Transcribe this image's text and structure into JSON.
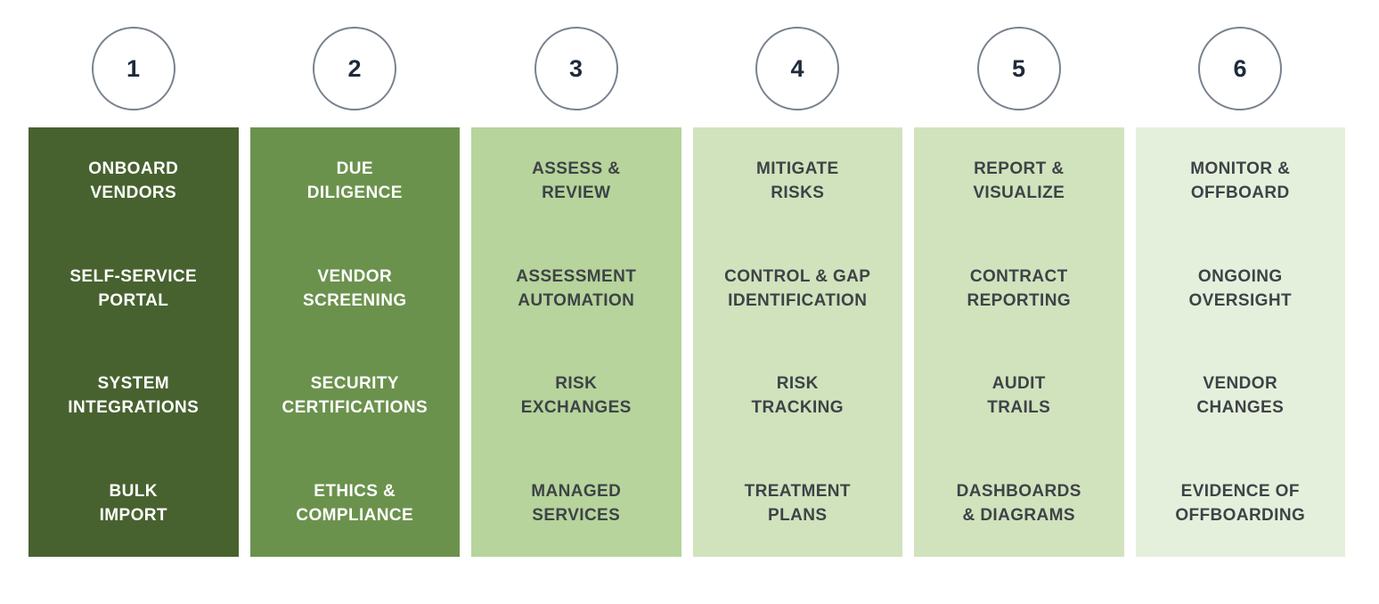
{
  "page": {
    "background_color": "#FFFFFF",
    "circle_border_color": "#78828F",
    "circle_fill_color": "#FFFFFF",
    "circle_number_color": "#1E2A3A"
  },
  "steps": [
    {
      "number": "1",
      "title": "ONBOARD VENDORS",
      "color": "#47622F",
      "text_color": "#FFFFFF",
      "items": [
        "ONBOARD\nVENDORS",
        "SELF-SERVICE\nPORTAL",
        "SYSTEM\nINTEGRATIONS",
        "BULK\nIMPORT"
      ]
    },
    {
      "number": "2",
      "title": "DUE DILIGENCE",
      "color": "#6B924D",
      "text_color": "#FFFFFF",
      "items": [
        "DUE\nDILIGENCE",
        "VENDOR\nSCREENING",
        "SECURITY\nCERTIFICATIONS",
        "ETHICS &\nCOMPLIANCE"
      ]
    },
    {
      "number": "3",
      "title": "ASSESS & REVIEW",
      "color": "#B6D49B",
      "text_color": "#3E4347",
      "items": [
        "ASSESS &\nREVIEW",
        "ASSESSMENT\nAUTOMATION",
        "RISK\nEXCHANGES",
        "MANAGED\nSERVICES"
      ]
    },
    {
      "number": "4",
      "title": "MITIGATE RISKS",
      "color": "#D0E3BD",
      "text_color": "#3E4347",
      "items": [
        "MITIGATE\nRISKS",
        "CONTROL & GAP\nIDENTIFICATION",
        "RISK\nTRACKING",
        "TREATMENT\nPLANS"
      ]
    },
    {
      "number": "5",
      "title": "REPORT & VISUALIZE",
      "color": "#D0E3BD",
      "text_color": "#3E4347",
      "items": [
        "REPORT &\nVISUALIZE",
        "CONTRACT\nREPORTING",
        "AUDIT\nTRAILS",
        "DASHBOARDS\n& DIAGRAMS"
      ]
    },
    {
      "number": "6",
      "title": "MONITOR & OFFBOARD",
      "color": "#E5F0DC",
      "text_color": "#3E4347",
      "items": [
        "MONITOR &\nOFFBOARD",
        "ONGOING\nOVERSIGHT",
        "VENDOR\nCHANGES",
        "EVIDENCE OF\nOFFBOARDING"
      ]
    }
  ]
}
